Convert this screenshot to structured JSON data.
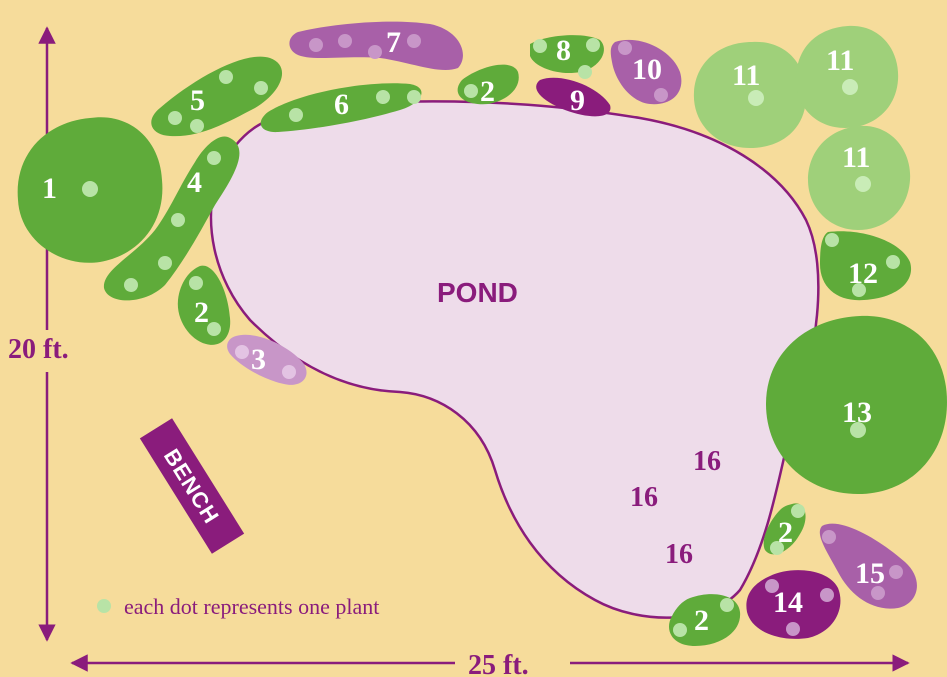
{
  "colors": {
    "background": "#f6dc9b",
    "green_dark": "#5fab3a",
    "green_light": "#9fd07a",
    "purple_mid": "#a860a8",
    "purple_light": "#c896c8",
    "purple_dark": "#8a1c7c",
    "pond_fill": "#eedcea",
    "plant_dot": "#b8e3a6"
  },
  "labels": {
    "pond": "POND",
    "bench": "BENCH",
    "width": "25 ft.",
    "height": "20 ft.",
    "legend": "each dot represents one plant"
  },
  "bed_numbers": {
    "b1": "1",
    "b2a": "2",
    "b2b": "2",
    "b2c": "2",
    "b2d": "2",
    "b3": "3",
    "b4": "4",
    "b5": "5",
    "b6": "6",
    "b7": "7",
    "b8": "8",
    "b9": "9",
    "b10": "10",
    "b11a": "11",
    "b11b": "11",
    "b11c": "11",
    "b12": "12",
    "b13": "13",
    "b14": "14",
    "b15": "15",
    "p16a": "16",
    "p16b": "16",
    "p16c": "16"
  }
}
